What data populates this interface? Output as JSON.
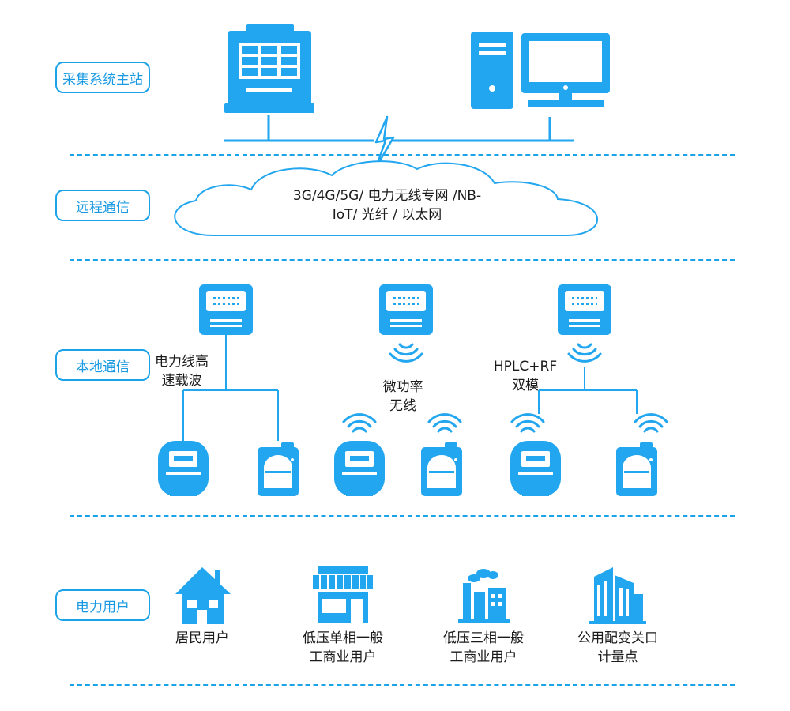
{
  "sections": {
    "master_station": "采集系统主站",
    "remote_comm": "远程通信",
    "local_comm": "本地通信",
    "power_users": "电力用户"
  },
  "cloud": {
    "line1": "3G/4G/5G/ 电力无线专网 /NB-",
    "line2": "IoT/ 光纤 / 以太网"
  },
  "local": {
    "plc": {
      "line1": "电力线高",
      "line2": "速载波"
    },
    "micro": {
      "line1": "微功率",
      "line2": "无线"
    },
    "dual": {
      "line1": "HPLC+RF",
      "line2": "双模"
    }
  },
  "users": {
    "residential": {
      "line1": "居民用户"
    },
    "low_single": {
      "line1": "低压单相一般",
      "line2": "工商业用户"
    },
    "low_three": {
      "line1": "低压三相一般",
      "line2": "工商业用户"
    },
    "public": {
      "line1": "公用配变关口",
      "line2": "计量点"
    }
  },
  "colors": {
    "accent": "#1aa3e8",
    "icon": "#21a6ef",
    "text": "#1b1b1b"
  }
}
